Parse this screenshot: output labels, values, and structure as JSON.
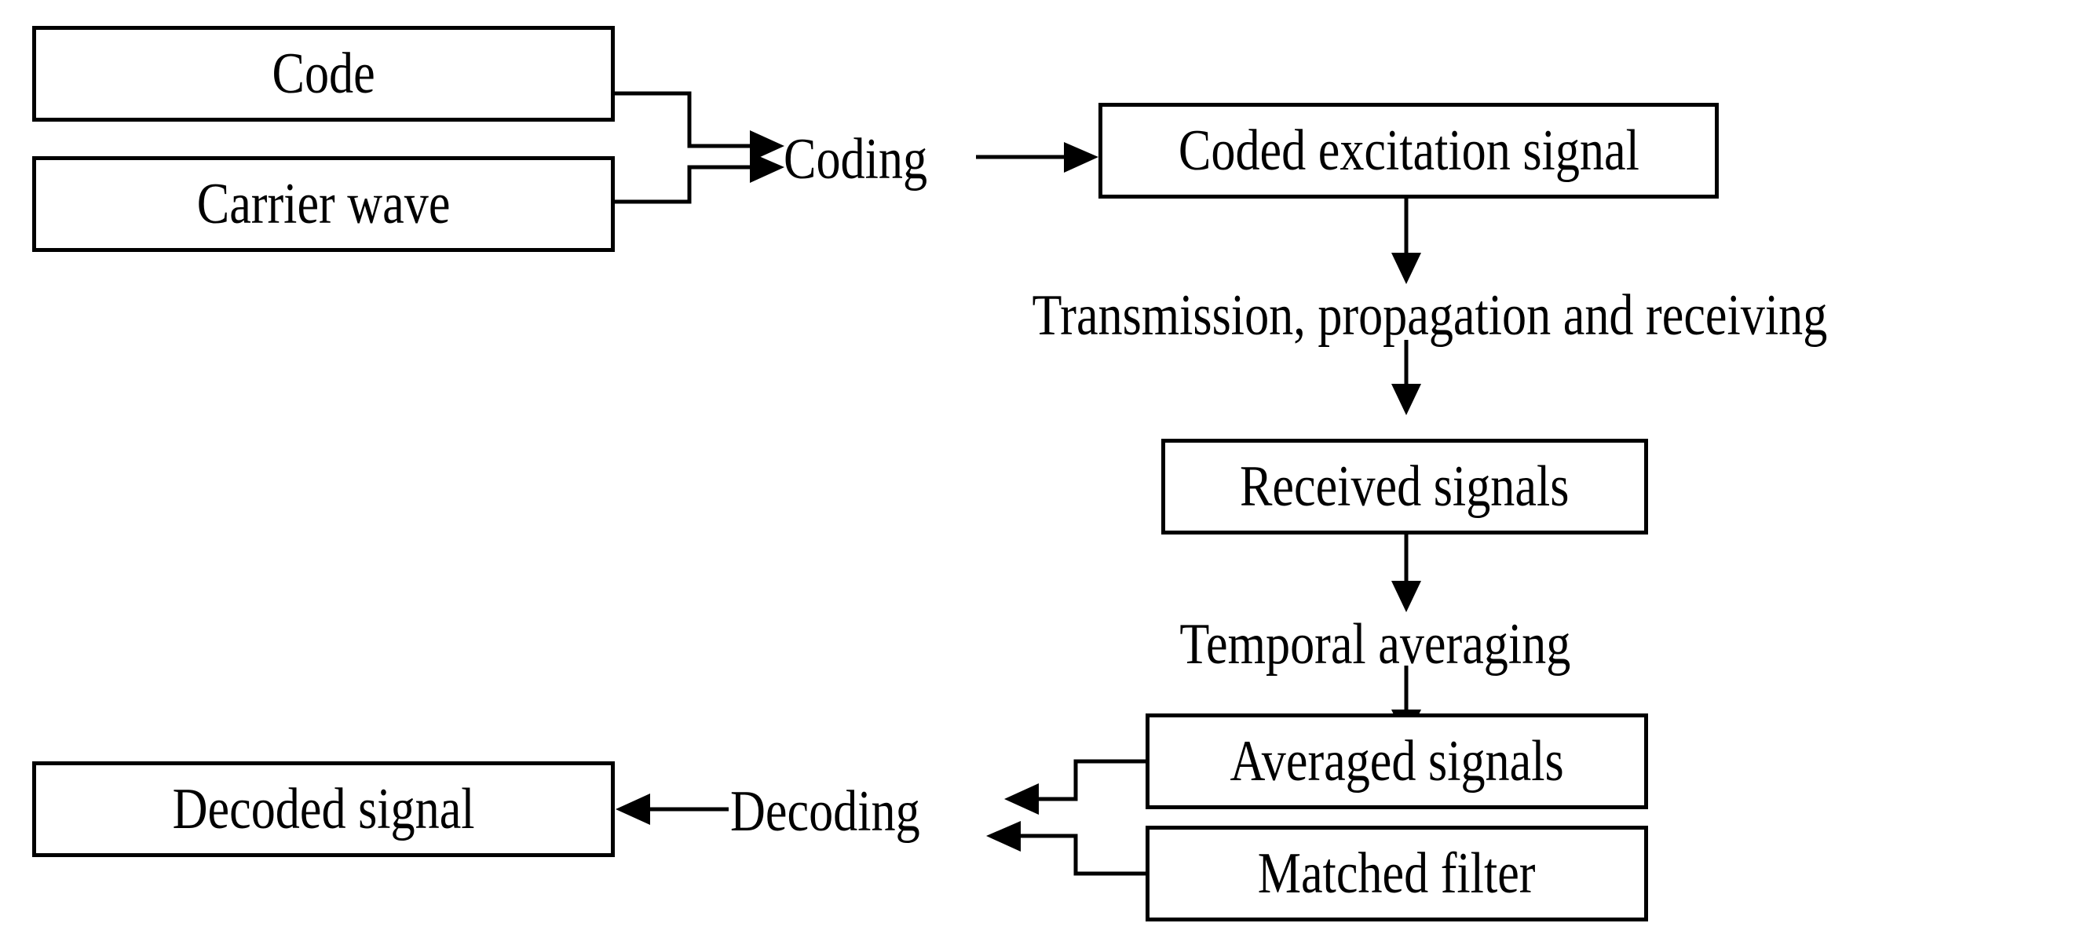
{
  "diagram": {
    "title_text": "",
    "background_color": "#ffffff",
    "stroke_color": "#000000",
    "text_color": "#000000",
    "nodes": [
      {
        "id": "code",
        "label": "Code"
      },
      {
        "id": "carrier_wave",
        "label": "Carrier wave"
      },
      {
        "id": "coded_excitation",
        "label": "Coded excitation signal"
      },
      {
        "id": "received",
        "label": "Received signals"
      },
      {
        "id": "averaged",
        "label": "Averaged signals"
      },
      {
        "id": "matched_filter",
        "label": "Matched filter"
      },
      {
        "id": "decoded",
        "label": "Decoded signal"
      }
    ],
    "processes": [
      {
        "id": "coding",
        "label": "Coding"
      },
      {
        "id": "transmission",
        "label": "Transmission, propagation and receiving"
      },
      {
        "id": "temporal",
        "label": "Temporal averaging"
      },
      {
        "id": "decoding",
        "label": "Decoding"
      }
    ],
    "edges": [
      {
        "from": "code",
        "to": "coding",
        "style": "elbow",
        "arrow": "right"
      },
      {
        "from": "carrier_wave",
        "to": "coding",
        "style": "elbow",
        "arrow": "right"
      },
      {
        "from": "coding",
        "to": "coded_excitation",
        "style": "straight",
        "arrow": "right"
      },
      {
        "from": "coded_excitation",
        "to": "transmission",
        "style": "straight",
        "arrow": "down"
      },
      {
        "from": "transmission",
        "to": "received",
        "style": "straight",
        "arrow": "down"
      },
      {
        "from": "received",
        "to": "temporal",
        "style": "straight",
        "arrow": "down"
      },
      {
        "from": "temporal",
        "to": "averaged",
        "style": "straight",
        "arrow": "down"
      },
      {
        "from": "averaged",
        "to": "decoding",
        "style": "elbow",
        "arrow": "left"
      },
      {
        "from": "matched_filter",
        "to": "decoding",
        "style": "elbow",
        "arrow": "left"
      },
      {
        "from": "decoding",
        "to": "decoded",
        "style": "straight",
        "arrow": "left"
      }
    ]
  }
}
